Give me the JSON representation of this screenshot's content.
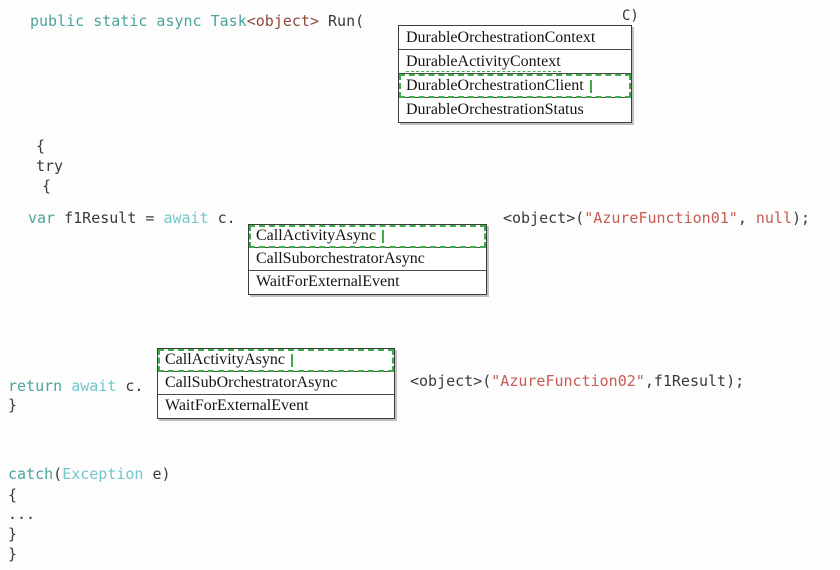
{
  "colors": {
    "keyword": "#4aa49c",
    "keyword_light": "#72c7cd",
    "string": "#c75b52",
    "type": "#8a4a3c",
    "selection_green": "#3fae4a",
    "code_text": "#3a3a3a"
  },
  "annotation_label": "C)",
  "code": {
    "signature": {
      "t1": "public static async ",
      "t2": "Task",
      "t3": "<object>",
      "t4": " Run("
    },
    "open_brace_1": "{",
    "try_keyword": "try",
    "open_brace_2": "{",
    "var_line": {
      "t1": "var",
      "t2": " f1Result = ",
      "t3": "await",
      "t4": " c."
    },
    "call_1": {
      "t1": "<object>(",
      "t2": "\"AzureFunction01\"",
      "t3": ", ",
      "t4": "null",
      "t5": ");"
    },
    "return_line": {
      "t1": "return",
      "t2": " ",
      "t3": "await",
      "t4": " c."
    },
    "call_2": {
      "t1": "<object>(",
      "t2": "\"AzureFunction02\"",
      "t3": ",",
      "t4": "f1Result);"
    },
    "close_brace_1": "}",
    "catch_line": {
      "t1": "catch",
      "t2": "(",
      "t3": "Exception",
      "t4": " e)"
    },
    "open_brace_3": "{",
    "ellipsis": "...",
    "close_brace_2": "}",
    "close_brace_3": "}"
  },
  "dropdowns": [
    {
      "name": "orchestration-context-type",
      "selected": "DurableOrchestrationClient",
      "options": [
        "DurableOrchestrationContext",
        "DurableActivityContext",
        "DurableOrchestrationClient",
        "DurableOrchestrationStatus"
      ]
    },
    {
      "name": "first-invocation-method",
      "selected": "CallActivityAsync",
      "options": [
        "CallActivityAsync",
        "CallSuborchestratorAsync",
        "WaitForExternalEvent"
      ]
    },
    {
      "name": "second-invocation-method",
      "selected": "CallActivityAsync",
      "options": [
        "CallActivityAsync",
        "CallSubOrchestratorAsync",
        "WaitForExternalEvent"
      ]
    }
  ]
}
